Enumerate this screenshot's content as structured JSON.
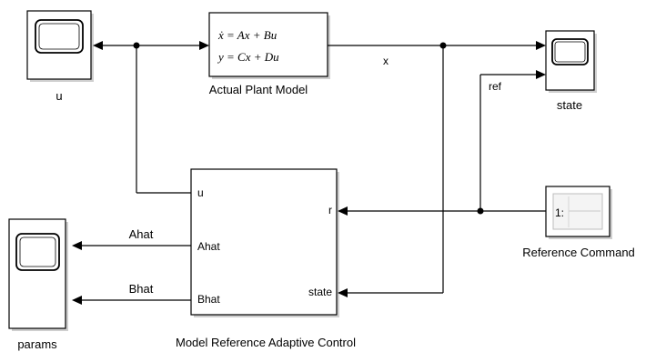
{
  "blocks": {
    "scope_u": {
      "label": "u"
    },
    "plant": {
      "label": "Actual Plant Model",
      "equation_1": "ẋ = Ax + Bu",
      "equation_2": "y = Cx + Du"
    },
    "scope_state": {
      "label": "state"
    },
    "scope_params": {
      "label": "params"
    },
    "mrac": {
      "label": "Model Reference Adaptive Control",
      "ports_in": [
        "u",
        "Ahat",
        "Bhat"
      ],
      "ports_out": [
        "r",
        "state"
      ]
    },
    "reference": {
      "label": "Reference Command",
      "glyph": "1:"
    }
  },
  "signals": {
    "x": "x",
    "ref": "ref",
    "ahat": "Ahat",
    "bhat": "Bhat"
  }
}
